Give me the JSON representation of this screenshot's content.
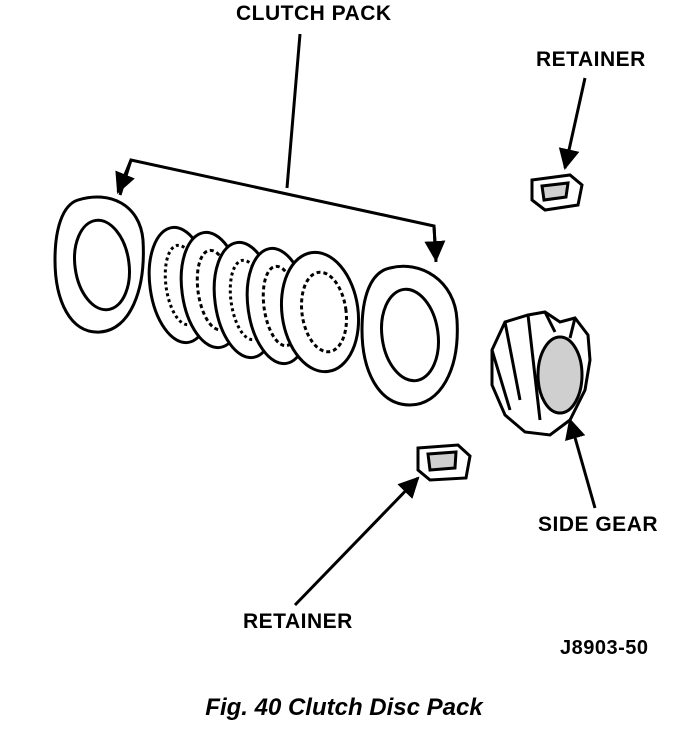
{
  "labels": {
    "clutch_pack": "CLUTCH PACK",
    "retainer_top": "RETAINER",
    "side_gear": "SIDE GEAR",
    "retainer_bottom": "RETAINER",
    "figure_code": "J8903-50"
  },
  "caption": "Fig. 40 Clutch Disc Pack"
}
